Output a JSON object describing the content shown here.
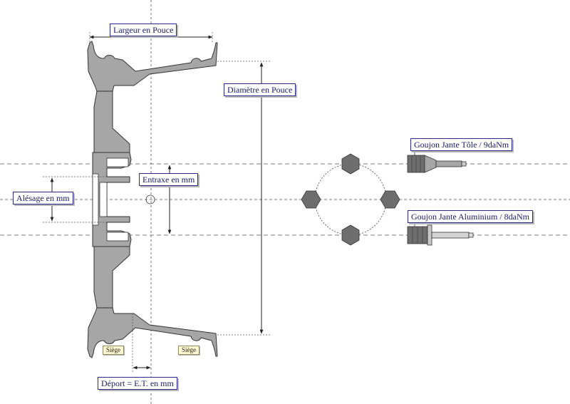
{
  "labels": {
    "largeur": "Largeur en Pouce",
    "diametre": "Diamètre en Pouce",
    "entraxe": "Entraxe en mm",
    "alesage": "Alésage en mm",
    "deport": "Déport = E.T. en mm",
    "siege_left": "Siège",
    "siege_right": "Siège",
    "goujon_tole": "Goujon Jante Tôle / 9daNm",
    "goujon_alu": "Goujon Jante Aluminium / 8daNm"
  },
  "colors": {
    "rim_fill": "#a6a6a6",
    "hex_fill": "#6e6e6e",
    "line": "#333333",
    "label_border": "#2a2a8a",
    "label_text": "#1a1a6a",
    "tag_fill": "#fff8d0"
  }
}
